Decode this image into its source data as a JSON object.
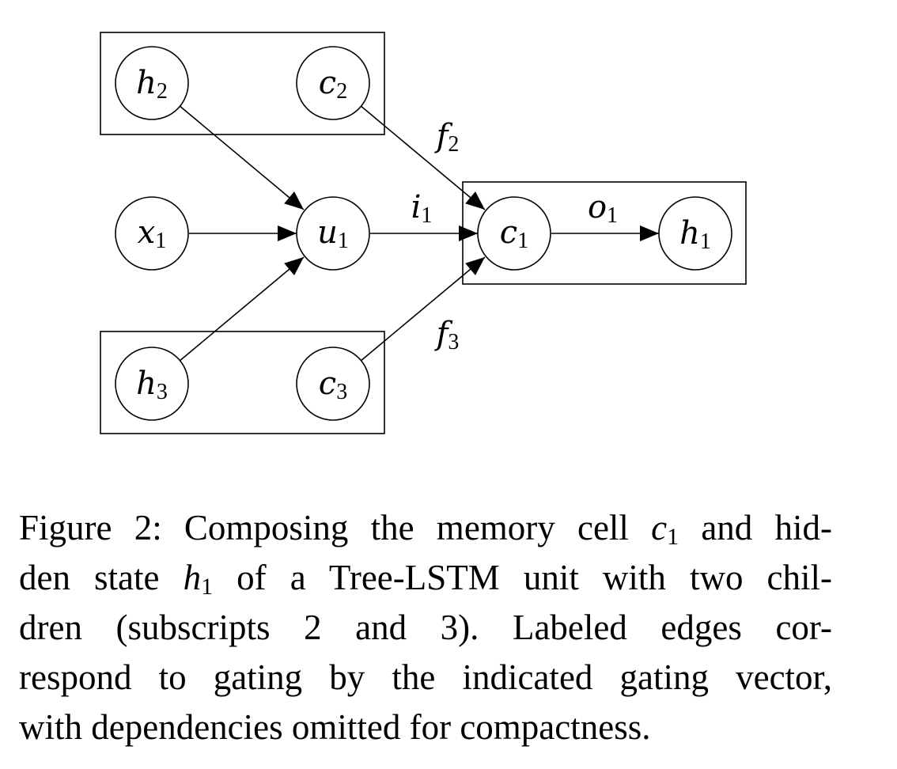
{
  "diagram": {
    "nodes": {
      "h2": {
        "var": "h",
        "sub": "2"
      },
      "c2": {
        "var": "c",
        "sub": "2"
      },
      "x1": {
        "var": "x",
        "sub": "1"
      },
      "u1": {
        "var": "u",
        "sub": "1"
      },
      "c1": {
        "var": "c",
        "sub": "1"
      },
      "h1": {
        "var": "h",
        "sub": "1"
      },
      "h3": {
        "var": "h",
        "sub": "3"
      },
      "c3": {
        "var": "c",
        "sub": "3"
      }
    },
    "edge_labels": {
      "f2": {
        "var": "f",
        "sub": "2"
      },
      "i1": {
        "var": "i",
        "sub": "1"
      },
      "o1": {
        "var": "o",
        "sub": "1"
      },
      "f3": {
        "var": "f",
        "sub": "3"
      }
    },
    "edges": [
      {
        "from": "h2",
        "to": "u1",
        "label": ""
      },
      {
        "from": "x1",
        "to": "u1",
        "label": ""
      },
      {
        "from": "h3",
        "to": "u1",
        "label": ""
      },
      {
        "from": "c2",
        "to": "c1",
        "label": "f2"
      },
      {
        "from": "u1",
        "to": "c1",
        "label": "i1"
      },
      {
        "from": "c3",
        "to": "c1",
        "label": "f3"
      },
      {
        "from": "c1",
        "to": "h1",
        "label": "o1"
      }
    ]
  },
  "caption": {
    "line1_a": "Figure 2: Composing the memory cell ",
    "line1_var": "c",
    "line1_sub": "1",
    "line1_b": " and hid-",
    "line2_a": "den state ",
    "line2_var": "h",
    "line2_sub": "1",
    "line2_b": " of a Tree-LSTM unit with two chil-",
    "line3": "dren (subscripts 2 and 3).   Labeled edges cor-",
    "line4": "respond to gating by the indicated gating vector,",
    "line5": "with dependencies omitted for compactness."
  }
}
